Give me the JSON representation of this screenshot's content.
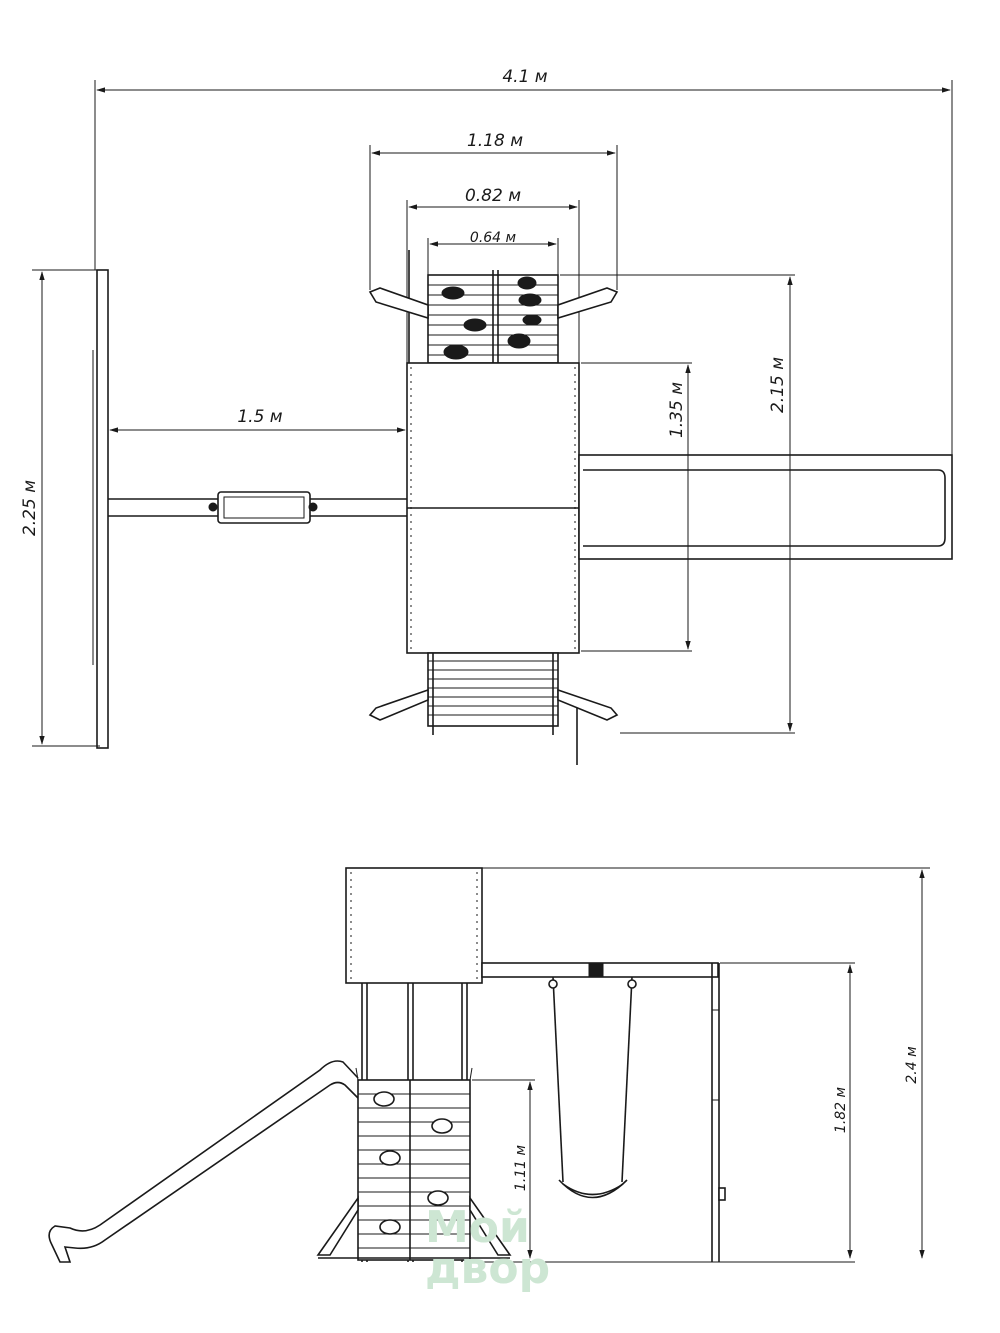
{
  "top_view": {
    "dimensions": {
      "overall_width": "4.1 м",
      "platform_outer_width": "1.18 м",
      "platform_width": "0.82 м",
      "wall_width": "0.64 м",
      "swing_beam_length": "1.5 м",
      "platform_depth": "1.35 м",
      "overall_depth": "2.15 м",
      "swing_frame_width": "2.25 м"
    }
  },
  "side_view": {
    "dimensions": {
      "overall_height": "2.4 м",
      "beam_height": "1.82 м",
      "deck_height": "1.11 м"
    }
  },
  "watermark": [
    "Мой",
    "двор"
  ]
}
